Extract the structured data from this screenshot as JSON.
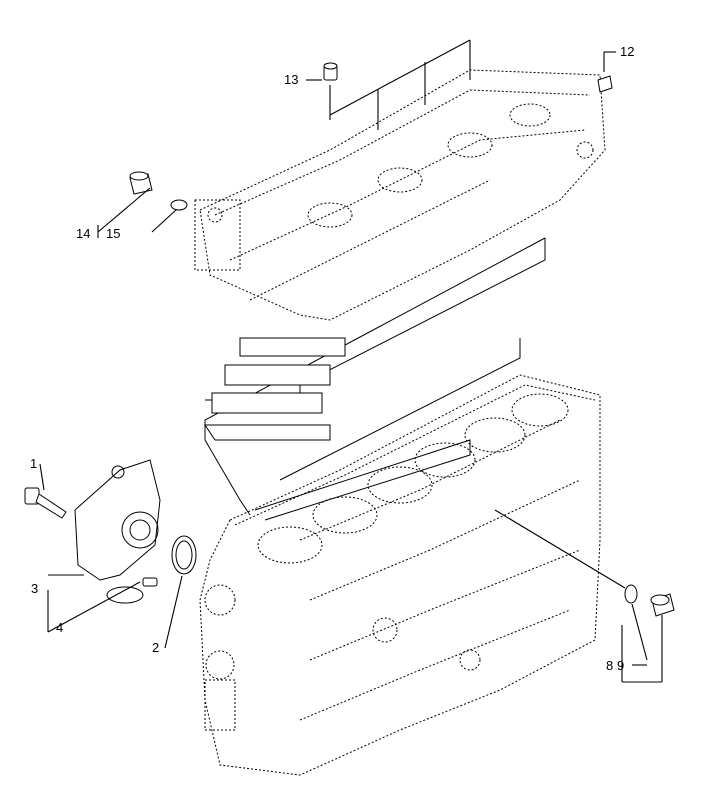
{
  "callouts": [
    {
      "id": "1",
      "label": "1"
    },
    {
      "id": "2",
      "label": "2"
    },
    {
      "id": "3",
      "label": "3"
    },
    {
      "id": "4",
      "label": "4"
    },
    {
      "id": "8",
      "label": "8"
    },
    {
      "id": "9",
      "label": "9"
    },
    {
      "id": "12",
      "label": "12"
    },
    {
      "id": "13",
      "label": "13"
    },
    {
      "id": "14",
      "label": "14"
    },
    {
      "id": "15",
      "label": "15"
    }
  ]
}
